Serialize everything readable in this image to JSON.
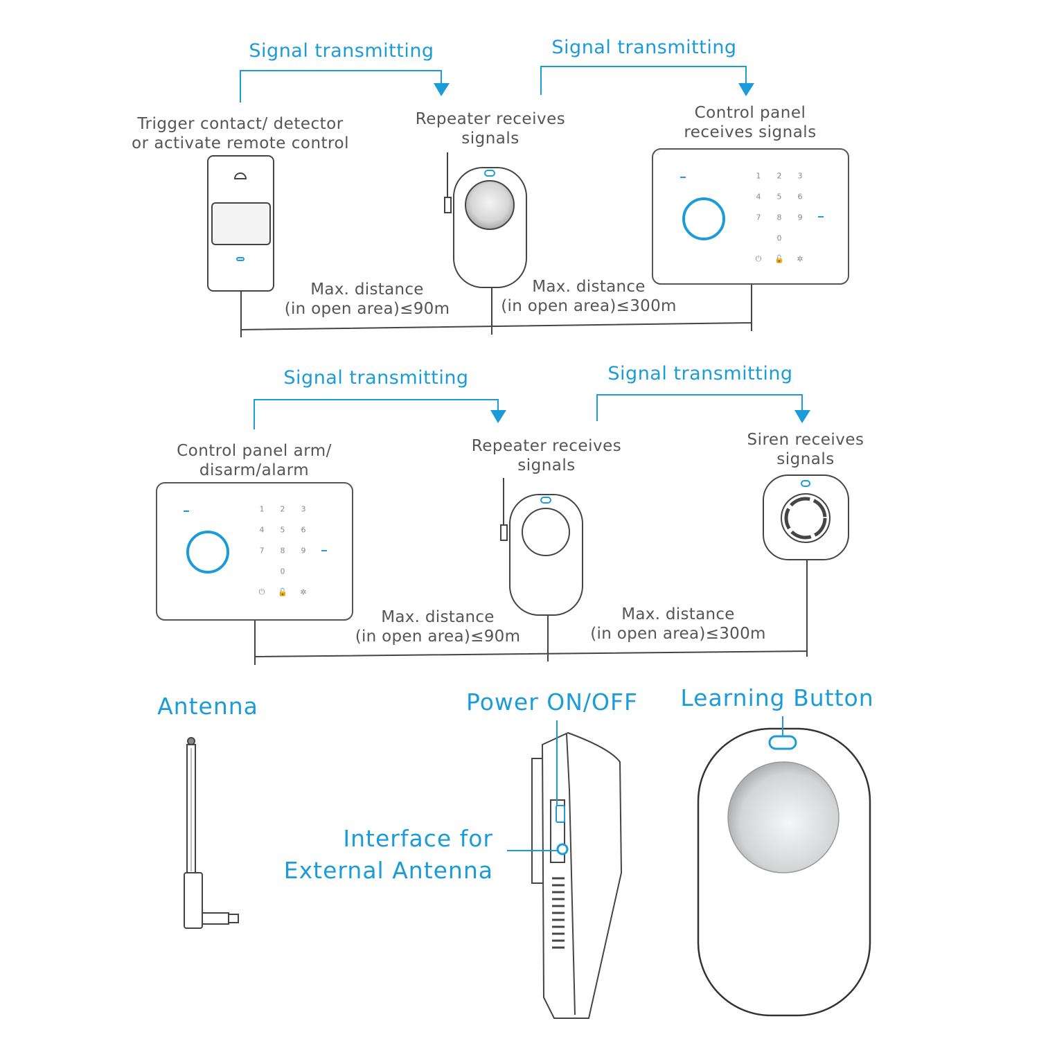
{
  "colors": {
    "accent": "#1b9bd8",
    "text": "#555555",
    "line": "#444444"
  },
  "diagram1": {
    "signal_left": "Signal transmitting",
    "signal_right": "Signal transmitting",
    "source_label": [
      "Trigger  contact/ detector",
      "or activate remote control"
    ],
    "repeater_label": [
      "Repeater receives",
      "signals"
    ],
    "target_label": [
      "Control panel",
      "receives signals"
    ],
    "distance_left": [
      "Max. distance",
      "(in open area)≤90m"
    ],
    "distance_right": [
      "Max. distance",
      "(in open area)≤300m"
    ]
  },
  "diagram2": {
    "signal_left": "Signal transmitting",
    "signal_right": "Signal transmitting",
    "source_label": [
      "Control panel arm/",
      "disarm/alarm"
    ],
    "repeater_label": [
      "Repeater receives",
      "signals"
    ],
    "target_label": [
      "Siren receives",
      "signals"
    ],
    "distance_left": [
      "Max. distance",
      "(in open area)≤90m"
    ],
    "distance_right": [
      "Max. distance",
      "(in open area)≤300m"
    ]
  },
  "keypad": [
    "1",
    "2",
    "3",
    "4",
    "5",
    "6",
    "7",
    "8",
    "9",
    "0"
  ],
  "parts": {
    "antenna": "Antenna",
    "power": "Power ON/OFF",
    "learning": "Learning Button",
    "interface": [
      "Interface for",
      "External Antenna"
    ]
  }
}
